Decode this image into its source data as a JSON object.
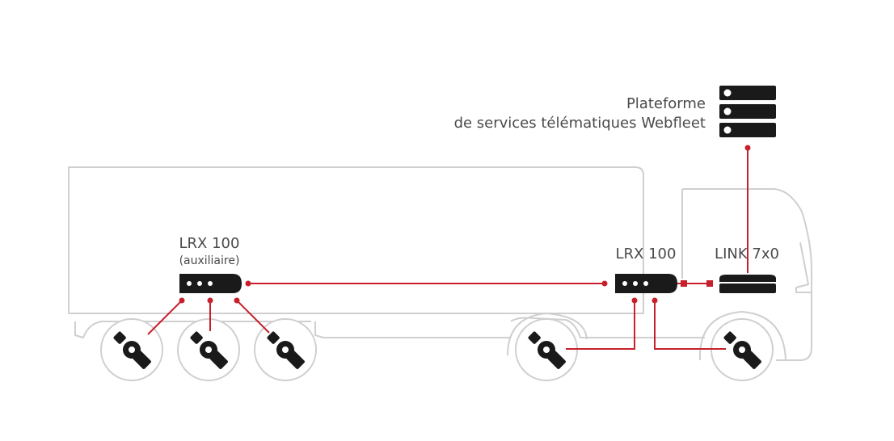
{
  "platform": {
    "line1": "Plateforme",
    "line2": "de services télématiques Webfleet",
    "icon": "server-stack-icon"
  },
  "devices": {
    "lrx_aux": {
      "name": "LRX 100",
      "sub": "(auxiliaire)"
    },
    "lrx_main": {
      "name": "LRX 100"
    },
    "link": {
      "name": "LINK 7x0"
    }
  },
  "sensor_icon": "tire-pressure-sensor-icon",
  "colors": {
    "connection": "#c8202b",
    "outline": "#cfcfcf",
    "device": "#1a1a1a",
    "text": "#4a4a4a"
  }
}
